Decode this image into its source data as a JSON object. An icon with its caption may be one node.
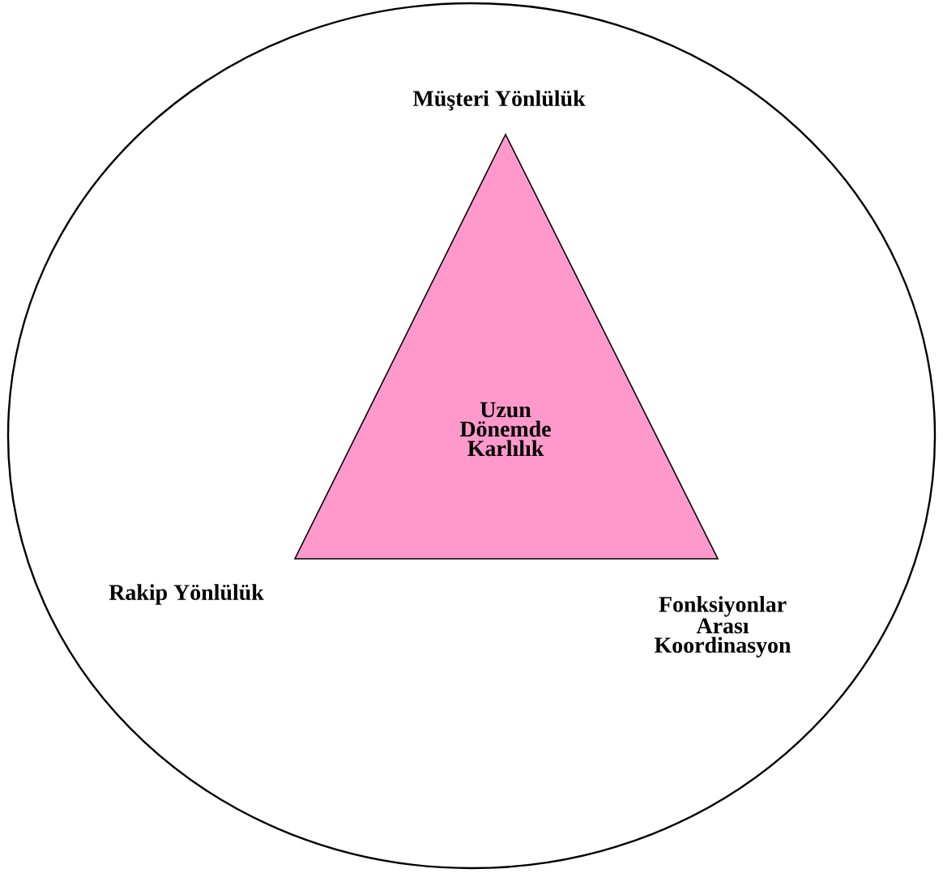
{
  "diagram": {
    "nodes": [
      {
        "text": [],
        "shape": "circle"
      },
      {
        "text": [
          "Uzun Dönemde Karlılık"
        ],
        "in": 0
      }
    ],
    "labels": [
      "Müşteri Yönlülük",
      "Rakip Yönlülük",
      "Fonksiyonlar Arası Koordinasyon"
    ]
  }
}
